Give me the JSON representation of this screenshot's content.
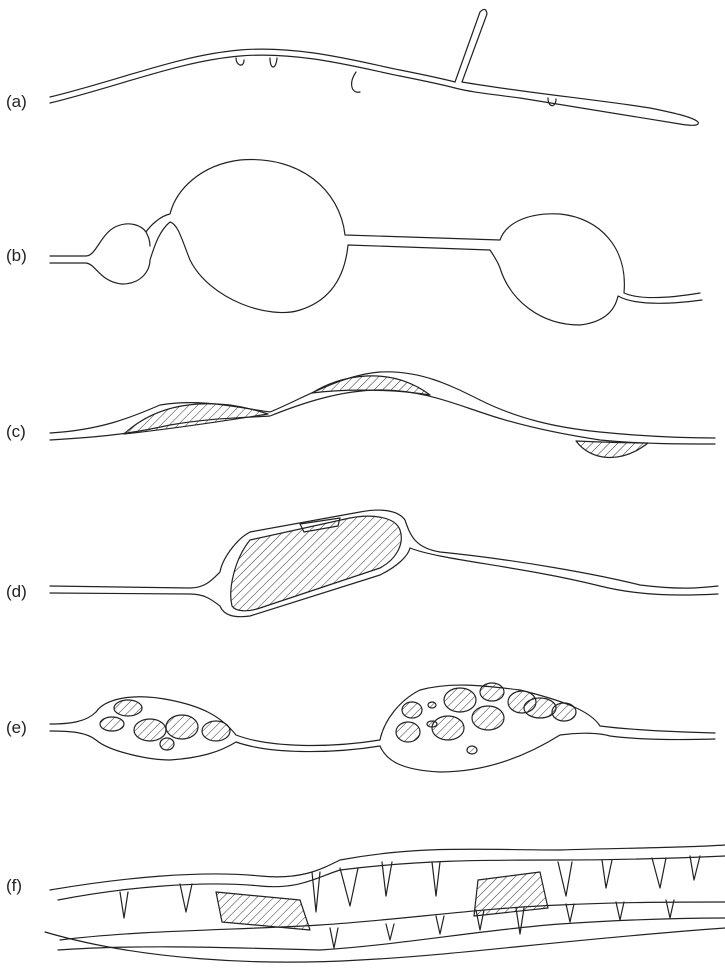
{
  "panels": [
    {
      "id": "a",
      "label": "(a)"
    },
    {
      "id": "b",
      "label": "(b)"
    },
    {
      "id": "c",
      "label": "(c)"
    },
    {
      "id": "d",
      "label": "(d)"
    },
    {
      "id": "e",
      "label": "(e)"
    },
    {
      "id": "f",
      "label": "(f)"
    }
  ],
  "colors": {
    "stroke": "#222222",
    "hatch": "#333333",
    "background": "#ffffff"
  }
}
